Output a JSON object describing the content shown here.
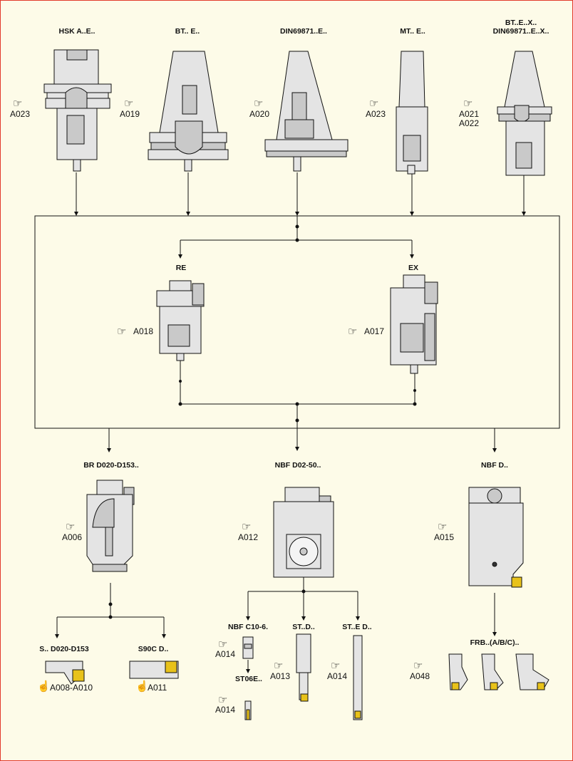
{
  "colors": {
    "background": "#fdfbe8",
    "frame": "#e23a2a",
    "tool": "#e4e4e4",
    "insert": "#e8c21a"
  },
  "icons": {
    "reference": "pointing-hand-icon",
    "touch": "touch-hand-icon"
  },
  "row1": [
    {
      "label": "HSK A..E..",
      "ref": "A023"
    },
    {
      "label": "BT.. E..",
      "ref": "A019"
    },
    {
      "label": "DIN69871..E..",
      "ref": "A020"
    },
    {
      "label": "MT.. E..",
      "ref": "A023"
    },
    {
      "label_line1": "BT..E..X..",
      "label_line2": "DIN69871..E..X..",
      "ref_line1": "A021",
      "ref_line2": "A022"
    }
  ],
  "row2": [
    {
      "label": "RE",
      "ref": "A018"
    },
    {
      "label": "EX",
      "ref": "A017"
    }
  ],
  "row3": [
    {
      "label": "BR D020-D153..",
      "ref": "A006"
    },
    {
      "label": "NBF D02-50..",
      "ref": "A012"
    },
    {
      "label": "NBF D..",
      "ref": "A015"
    }
  ],
  "row4": {
    "br_left": {
      "label": "S.. D020-D153",
      "ref": "A008-A010"
    },
    "br_right": {
      "label": "S90C D..",
      "ref": "A011"
    },
    "nbf_c": {
      "label": "NBF C10-6.",
      "ref": "A014"
    },
    "st06": {
      "label": "ST06E..",
      "ref": "A014"
    },
    "st_d": {
      "label": "ST..D..",
      "ref": "A013"
    },
    "st_e_d": {
      "label": "ST..E D..",
      "ref": "A014"
    },
    "frb": {
      "label": "FRB..(A/B/C)..",
      "ref": "A048"
    }
  }
}
